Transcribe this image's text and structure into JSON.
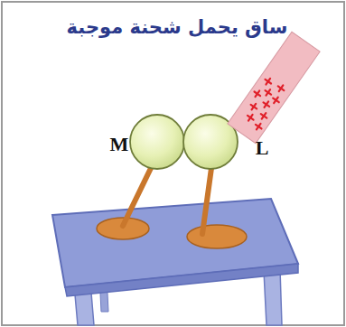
{
  "diagram": {
    "title": "ساق يحمل شحنة موجبة",
    "labels": [
      "M",
      "L"
    ]
  }
}
